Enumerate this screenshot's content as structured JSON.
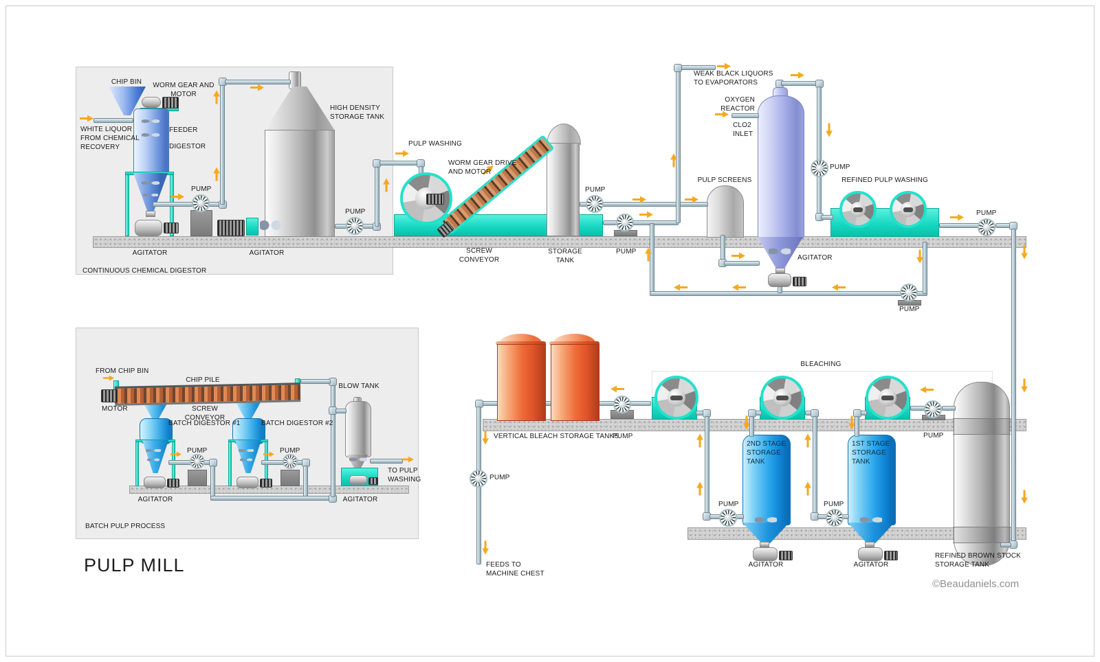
{
  "title": "PULP MILL",
  "copyright": "©Beaudaniels.com",
  "colors": {
    "teal": "#1fe0cc",
    "arrow": "#f7a81f",
    "orange_tank": "#ee6a35",
    "blue_tank": "#1e9fe8",
    "lavender": "#9aa3e6"
  },
  "continuous_panel": {
    "caption": "CONTINUOUS CHEMICAL DIGESTOR",
    "chip_bin": "CHIP BIN",
    "worm_gear": "WORM GEAR AND\nMOTOR",
    "white_liquor": "WHITE LIQUOR\nFROM CHEMICAL\nRECOVERY",
    "feeder": "FEEDER",
    "digestor": "DIGESTOR",
    "hd_tank": "HIGH DENSITY\nSTORAGE TANK",
    "pump1": "PUMP",
    "pump2": "PUMP",
    "agitator1": "AGITATOR",
    "agitator2": "AGITATOR"
  },
  "washing_line": {
    "pulp_washing": "PULP WASHING",
    "worm_gear_drive": "WORM GEAR DRIVE\nAND MOTOR",
    "screw_conveyor": "SCREW CONVEYOR",
    "storage_tank": "STORAGE TANK",
    "pump_upper": "PUMP",
    "pump_lower": "PUMP"
  },
  "oxygen_line": {
    "weak_black": "WEAK BLACK LIQUORS\nTO EVAPORATORS",
    "reactor": "OXYGEN\nREACTOR",
    "clo2": "CLO2\nINLET",
    "pump_top": "PUMP",
    "pulp_screens": "PULP SCREENS",
    "refined_washing": "REFINED PULP WASHING",
    "pump_outlet": "PUMP",
    "agitator": "AGITATOR",
    "pump_return": "PUMP"
  },
  "batch_panel": {
    "caption": "BATCH PULP PROCESS",
    "from_chip_bin": "FROM CHIP BIN",
    "chip_pile": "CHIP PILE",
    "motor": "MOTOR",
    "screw_conveyor": "SCREW CONVEYOR",
    "digestor1": "BATCH DIGESTOR #1",
    "digestor2": "BATCH DIGESTOR #2",
    "blow_tank": "BLOW TANK",
    "pump1": "PUMP",
    "pump2": "PUMP",
    "to_pulp_washing": "TO PULP\nWASHING",
    "agitator1": "AGITATOR",
    "agitator2": "AGITATOR"
  },
  "bleaching": {
    "title": "BLEACHING",
    "bleach_tanks": "VERTICAL BLEACH STORAGE TANKS",
    "pump_feed": "PUMP",
    "pump_down": "PUMP",
    "feeds": "FEEDS TO\nMACHINE CHEST",
    "stage2": "2ND STAGE\nSTORAGE\nTANK",
    "stage1": "1ST STAGE\nSTORAGE\nTANK",
    "pump_stage2": "PUMP",
    "pump_stage1": "PUMP",
    "pump_brown": "PUMP",
    "agitator_stage2": "AGITATOR",
    "agitator_stage1": "AGITATOR",
    "brown_tank": "REFINED BROWN STOCK\nSTORAGE TANK"
  }
}
